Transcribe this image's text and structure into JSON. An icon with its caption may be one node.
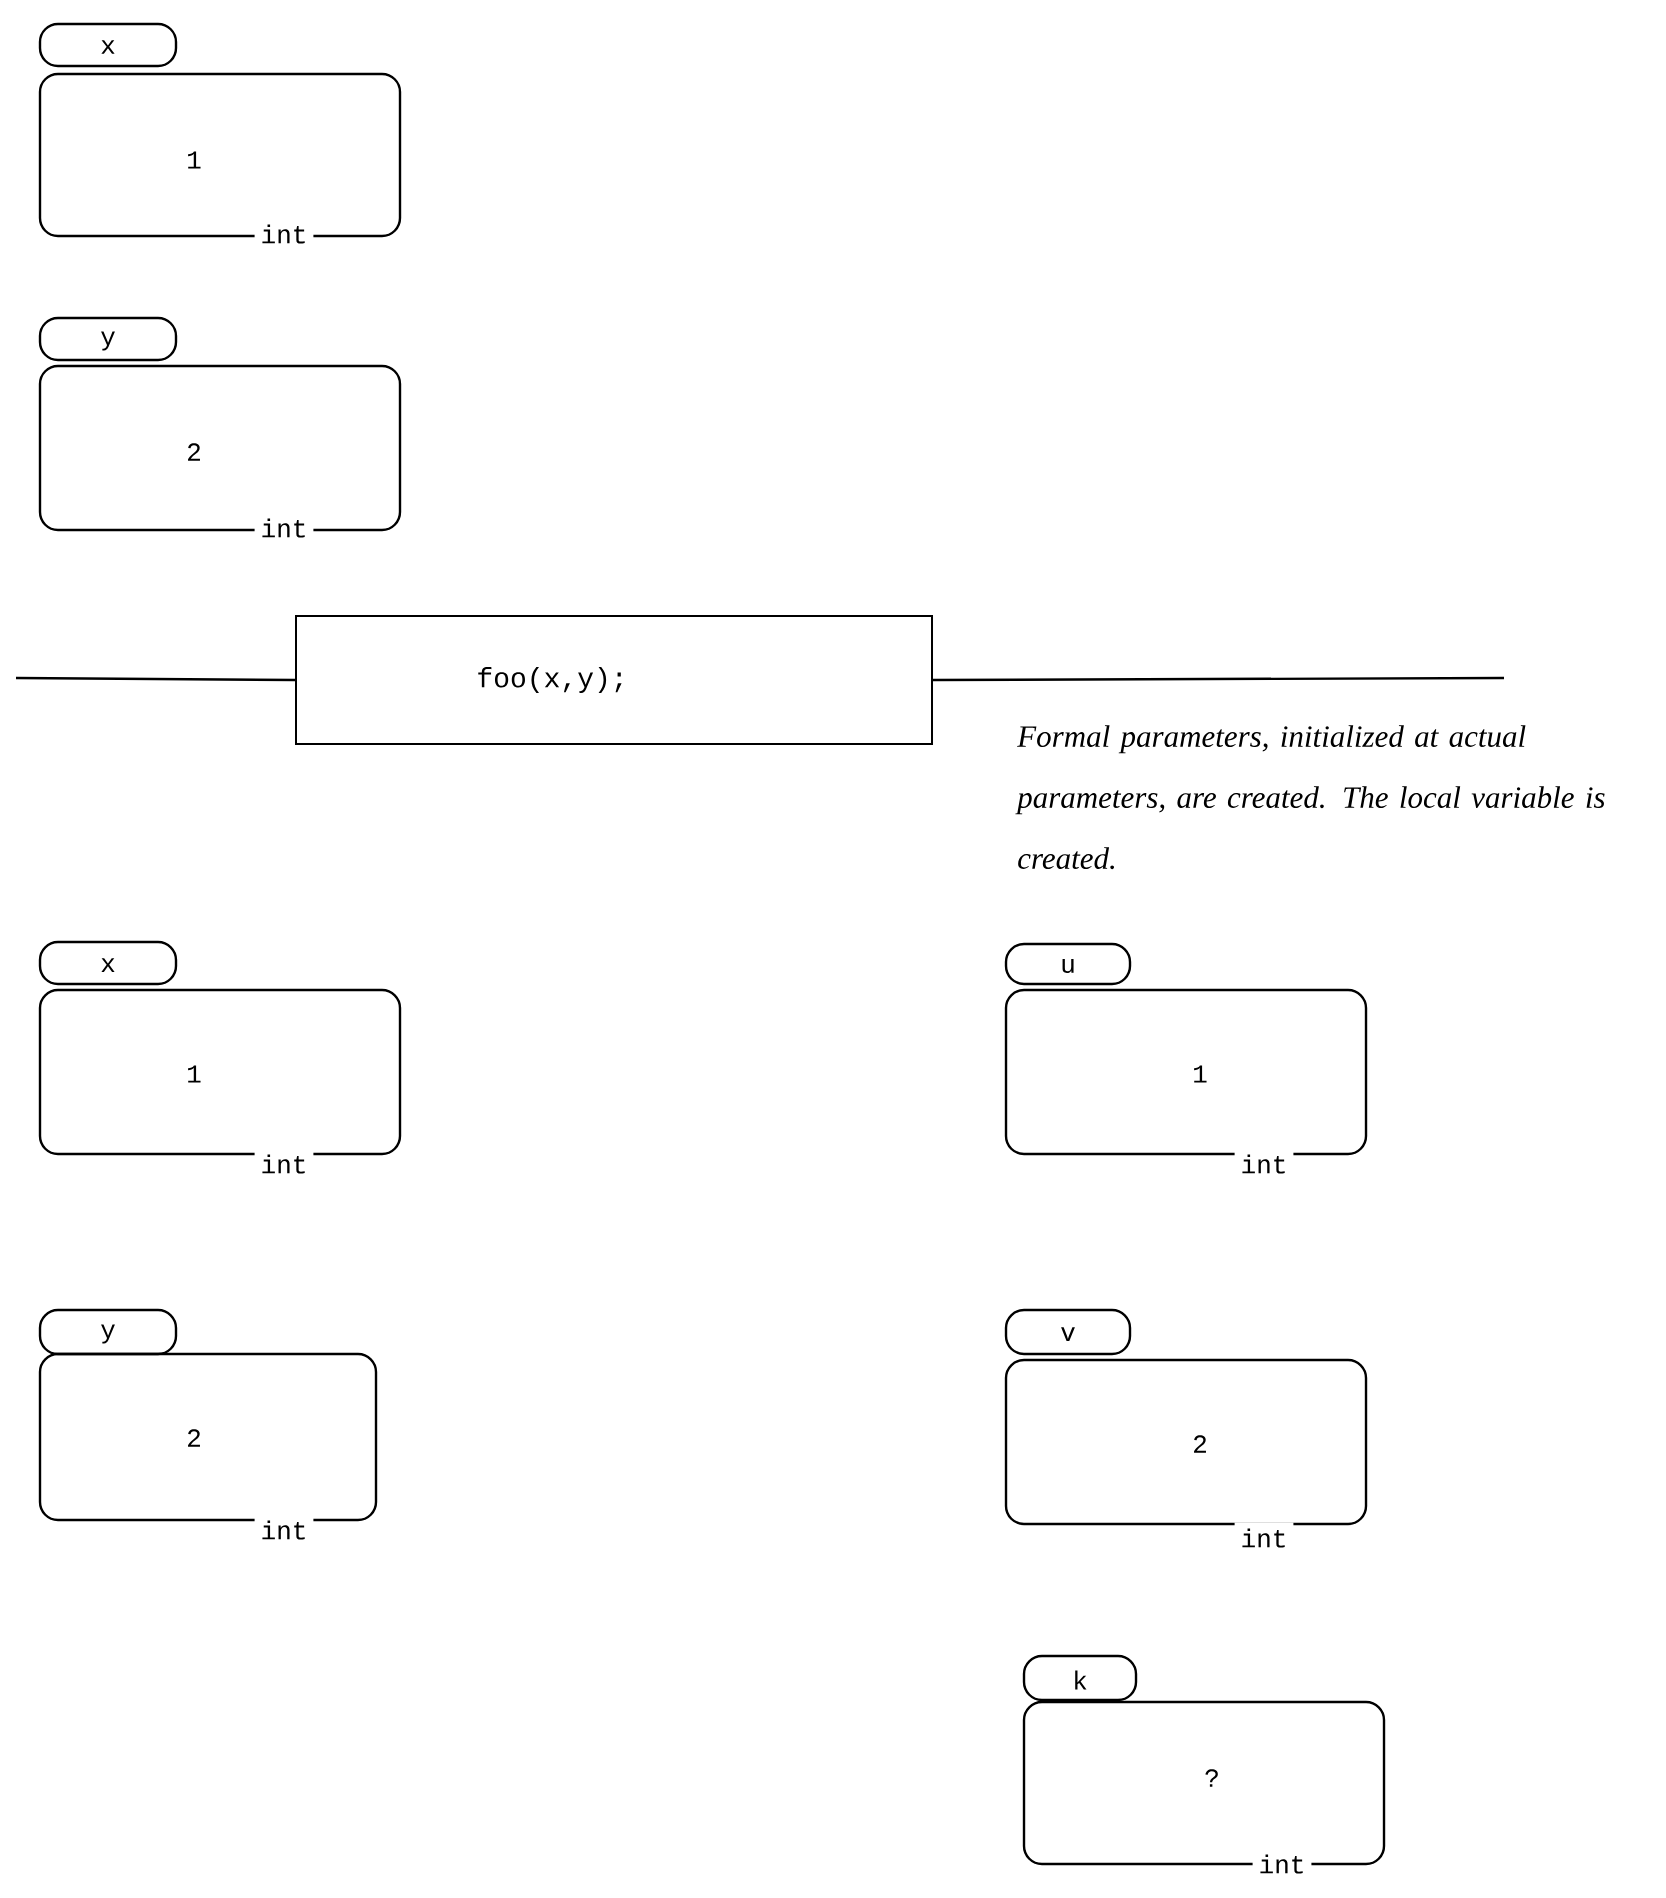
{
  "diagram": {
    "nodes": [
      {
        "text": [
          "x",
          "1",
          "int"
        ]
      },
      {
        "text": [
          "y",
          "2",
          "int"
        ]
      },
      {
        "text": [
          "foo(x,y);"
        ]
      },
      {
        "text": [
          "x",
          "1",
          "int"
        ]
      },
      {
        "text": [
          "y",
          "2",
          "int"
        ]
      },
      {
        "text": [
          "u",
          "1",
          "int"
        ]
      },
      {
        "text": [
          "v",
          "2",
          "int"
        ]
      },
      {
        "text": [
          "k",
          "?",
          "int"
        ]
      }
    ],
    "edges": [
      {
        "from": null,
        "to": 2,
        "arrow": "none"
      },
      {
        "from": 2,
        "to": null,
        "arrow": "none"
      }
    ],
    "labels": [
      "Formal parameters, initialized at actual parameters, are created. The local variable is created."
    ]
  }
}
